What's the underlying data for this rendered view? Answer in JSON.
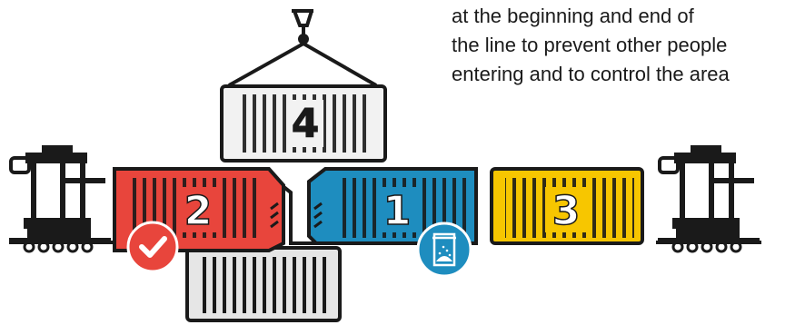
{
  "caption": {
    "lines": [
      "at the beginning and end of",
      "the line to prevent other people",
      "entering and to control the area"
    ]
  },
  "containers": [
    {
      "label": "4",
      "color": "#f2f2f2"
    },
    {
      "label": "2",
      "color": "#e8453c"
    },
    {
      "label": "1",
      "color": "#1e8dbf"
    },
    {
      "label": "3",
      "color": "#f7c600"
    },
    {
      "color": "#e6e6e6"
    }
  ],
  "colors": {
    "outline": "#1a1a1a",
    "check_badge": "#e8453c",
    "product_badge": "#1e8dbf"
  },
  "icons": [
    "crane-hook-icon",
    "gantry-crane-left-icon",
    "gantry-crane-right-icon",
    "checkmark-icon",
    "bulk-bag-icon"
  ]
}
